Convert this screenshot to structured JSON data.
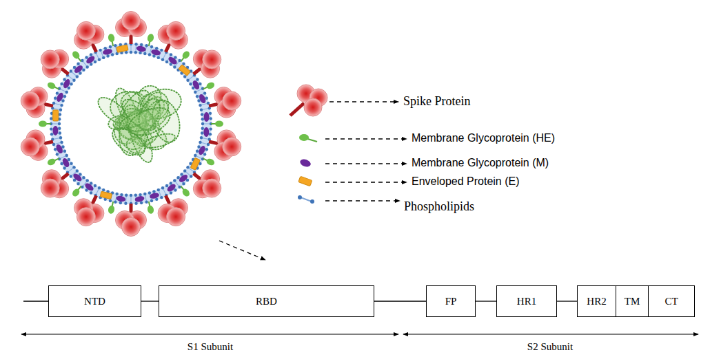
{
  "diagram": {
    "nodes": [
      {
        "text": [
          "NTD"
        ]
      },
      {
        "text": [
          "RBD"
        ]
      },
      {
        "text": [
          "FP"
        ]
      },
      {
        "text": [
          "HR1"
        ]
      },
      {
        "text": [
          "HR2"
        ]
      },
      {
        "text": [
          "TM"
        ]
      },
      {
        "text": [
          "CT"
        ]
      }
    ],
    "edges": [
      {
        "from": 0,
        "to": 1,
        "arrow": "none"
      },
      {
        "from": 1,
        "to": 2,
        "arrow": "none"
      },
      {
        "from": 2,
        "to": 3,
        "arrow": "none"
      },
      {
        "from": 3,
        "to": 4,
        "arrow": "none"
      }
    ],
    "labels": [
      "S1 Subunit",
      "S2 Subunit"
    ],
    "legend": [
      {
        "text": "Spike Protein"
      },
      {
        "text": "Membrane Glycoprotein (HE)"
      },
      {
        "text": "Membrane Glycoprotein (M)"
      },
      {
        "text": "Enveloped Protein (E)"
      },
      {
        "text": "Phospholipids"
      }
    ]
  }
}
